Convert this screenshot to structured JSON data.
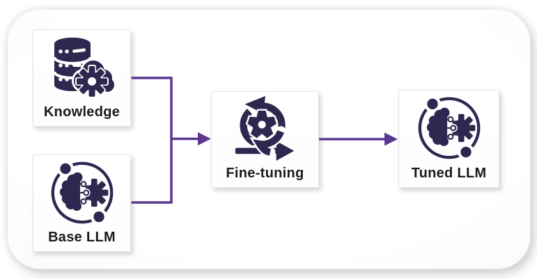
{
  "diagram": {
    "type": "flowchart",
    "nodes": [
      {
        "id": "knowledge",
        "label": "Knowledge",
        "icon": "database-gear-icon"
      },
      {
        "id": "base-llm",
        "label": "Base LLM",
        "icon": "brain-circuit-gear-icon"
      },
      {
        "id": "fine-tuning",
        "label": "Fine-tuning",
        "icon": "agile-iteration-gear-icon"
      },
      {
        "id": "tuned-llm",
        "label": "Tuned LLM",
        "icon": "brain-circuit-gear-icon"
      }
    ],
    "edges": [
      {
        "from": "knowledge",
        "to": "fine-tuning"
      },
      {
        "from": "base-llm",
        "to": "fine-tuning"
      },
      {
        "from": "fine-tuning",
        "to": "tuned-llm"
      }
    ],
    "colors": {
      "icon_ink": "#2e2850",
      "arrow": "#5b3791",
      "label_text": "#1a1a1a",
      "node_bg": "#fefefe",
      "node_border": "#e5e5ea",
      "canvas_bg_center": "#ffffff",
      "canvas_bg_edge": "#f1f1f5"
    }
  }
}
